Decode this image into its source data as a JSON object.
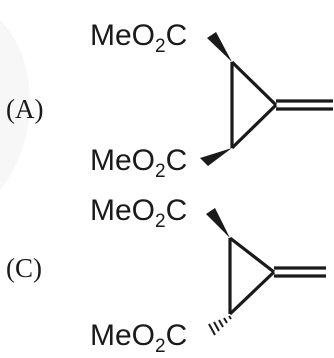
{
  "structures": [
    {
      "label": "(A)",
      "top_substituent": {
        "prefix": "MeO",
        "subscript": "2",
        "suffix": "C"
      },
      "bottom_substituent": {
        "prefix": "MeO",
        "subscript": "2",
        "suffix": "C"
      },
      "top_bond": "wedge",
      "bottom_bond": "wedge",
      "exocyclic_group": "methylene"
    },
    {
      "label": "(C)",
      "top_substituent": {
        "prefix": "MeO",
        "subscript": "2",
        "suffix": "C"
      },
      "bottom_substituent": {
        "prefix": "MeO",
        "subscript": "2",
        "suffix": "C"
      },
      "top_bond": "wedge",
      "bottom_bond": "hash",
      "exocyclic_group": "methylene"
    }
  ]
}
